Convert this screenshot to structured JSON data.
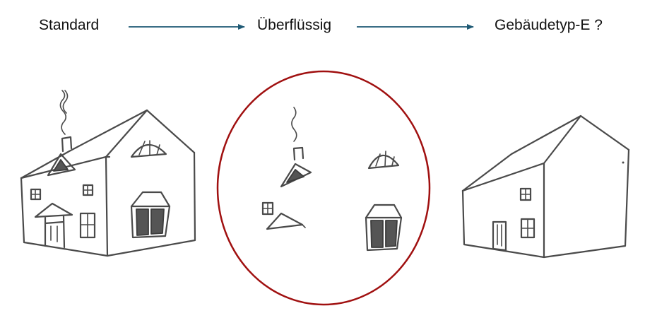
{
  "labels": {
    "standard": "Standard",
    "ueberfluessig": "Überflüssig",
    "gebaeudetyp": "Gebäudetyp-E ?"
  },
  "colors": {
    "arrow": "#1f5a75",
    "circle": "#a01010",
    "sketch": "#4a4a4a"
  }
}
